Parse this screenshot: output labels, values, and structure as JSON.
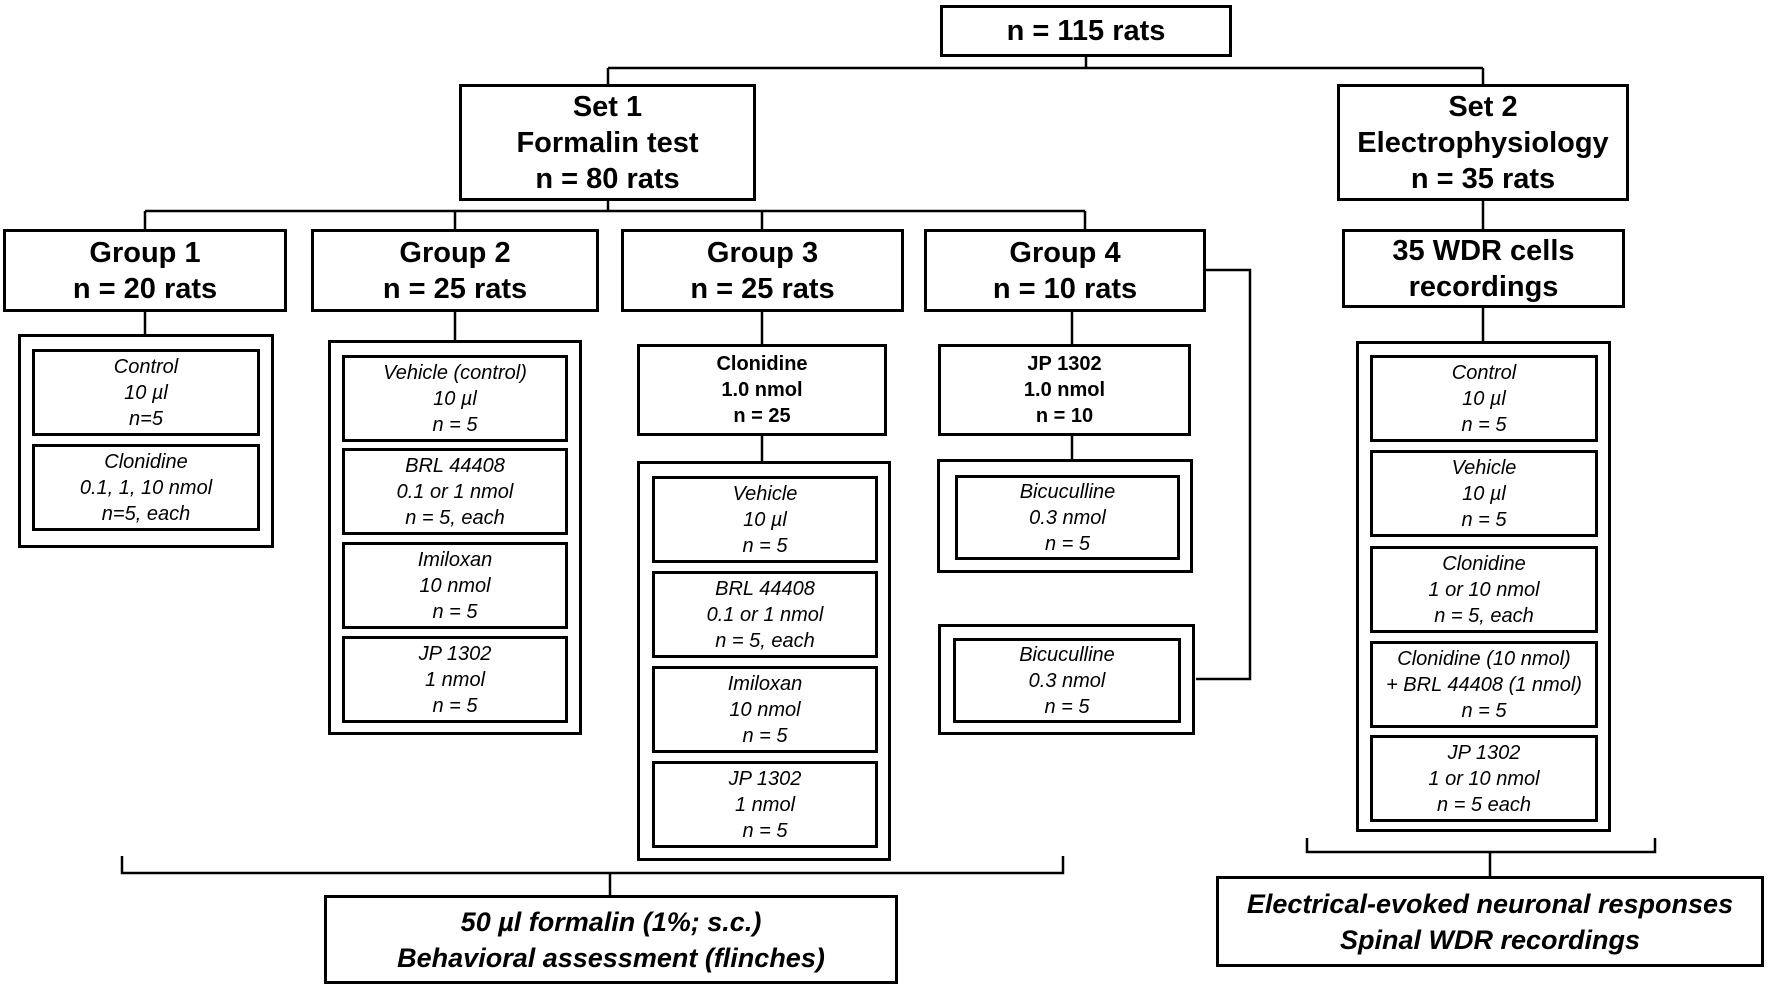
{
  "root": {
    "text": "n = 115 rats"
  },
  "set1": {
    "lines": [
      "Set 1",
      "Formalin test",
      "n = 80 rats"
    ]
  },
  "set2": {
    "lines": [
      "Set 2",
      "Electrophysiology",
      "n = 35 rats"
    ]
  },
  "group1": {
    "lines": [
      "Group 1",
      "n = 20 rats"
    ],
    "treatments": [
      {
        "lines": [
          "Control",
          "10 µl",
          "n=5"
        ]
      },
      {
        "lines": [
          "Clonidine",
          "0.1, 1, 10 nmol",
          "n=5, each"
        ]
      }
    ]
  },
  "group2": {
    "lines": [
      "Group 2",
      "n = 25 rats"
    ],
    "treatments": [
      {
        "lines": [
          "Vehicle (control)",
          "10 µl",
          "n = 5"
        ]
      },
      {
        "lines": [
          "BRL 44408",
          "0.1 or 1 nmol",
          "n = 5, each"
        ]
      },
      {
        "lines": [
          "Imiloxan",
          "10 nmol",
          "n = 5"
        ]
      },
      {
        "lines": [
          "JP 1302",
          "1 nmol",
          "n = 5"
        ]
      }
    ]
  },
  "group3": {
    "lines": [
      "Group 3",
      "n = 25 rats"
    ],
    "pretreatment": {
      "lines": [
        "Clonidine",
        "1.0 nmol",
        "n = 25"
      ]
    },
    "treatments": [
      {
        "lines": [
          "Vehicle",
          "10 µl",
          "n = 5"
        ]
      },
      {
        "lines": [
          "BRL 44408",
          "0.1 or 1 nmol",
          "n = 5, each"
        ]
      },
      {
        "lines": [
          "Imiloxan",
          "10 nmol",
          "n = 5"
        ]
      },
      {
        "lines": [
          "JP 1302",
          "1 nmol",
          "n = 5"
        ]
      }
    ]
  },
  "group4": {
    "lines": [
      "Group 4",
      "n = 10 rats"
    ],
    "pretreatment": {
      "lines": [
        "JP 1302",
        "1.0 nmol",
        "n = 10"
      ]
    },
    "treatment_a": {
      "lines": [
        "Bicuculline",
        "0.3 nmol",
        "n = 5"
      ]
    },
    "treatment_b": {
      "lines": [
        "Bicuculline",
        "0.3 nmol",
        "n = 5"
      ]
    }
  },
  "wdr": {
    "lines": [
      "35 WDR cells",
      "recordings"
    ],
    "treatments": [
      {
        "lines": [
          "Control",
          "10 µl",
          "n = 5"
        ]
      },
      {
        "lines": [
          "Vehicle",
          "10 µl",
          "n = 5"
        ]
      },
      {
        "lines": [
          "Clonidine",
          "1 or 10 nmol",
          "n = 5, each"
        ]
      },
      {
        "lines": [
          "Clonidine (10 nmol)",
          "+ BRL 44408 (1 nmol)",
          "n = 5"
        ]
      },
      {
        "lines": [
          "JP 1302",
          "1 or 10 nmol",
          "n = 5 each"
        ]
      }
    ]
  },
  "outcome_behavior": {
    "lines": [
      "50 µl formalin (1%; s.c.)",
      "Behavioral assessment (flinches)"
    ]
  },
  "outcome_electro": {
    "lines": [
      "Electrical-evoked neuronal responses",
      "Spinal WDR recordings"
    ]
  }
}
